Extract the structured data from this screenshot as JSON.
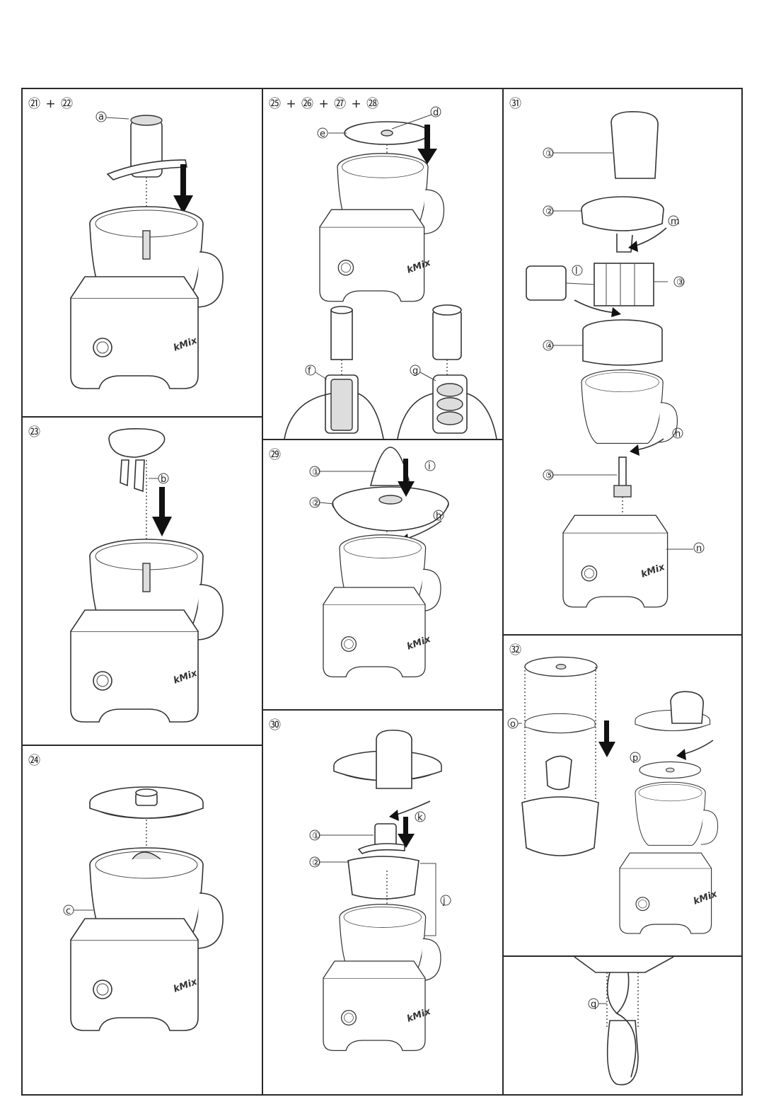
{
  "panels": {
    "p1": {
      "title": "㉑ + ㉒",
      "callouts": {
        "a": "a"
      },
      "brand": "kMix"
    },
    "p2": {
      "title": "㉓",
      "callouts": {
        "b": "b"
      },
      "brand": "kMix"
    },
    "p3": {
      "title": "㉔",
      "callouts": {
        "c": "c"
      },
      "brand": "kMix"
    },
    "p4": {
      "title": "㉕ + ㉖ + ㉗ + ㉘",
      "callouts": {
        "d": "d",
        "e": "e",
        "f": "f",
        "g": "g"
      },
      "brand": "kMix"
    },
    "p5": {
      "title": "㉙",
      "callouts": {
        "n1": "①",
        "n2": "②",
        "i": "i",
        "h": "h"
      },
      "brand": "kMix"
    },
    "p6": {
      "title": "㉚",
      "callouts": {
        "n1": "①",
        "n2": "②",
        "k": "k",
        "j": "j"
      },
      "brand": "kMix"
    },
    "p7": {
      "title": "㉛",
      "callouts": {
        "n1": "①",
        "n2": "②",
        "n3": "③",
        "n4": "④",
        "n5": "⑤",
        "m": "m",
        "l": "l",
        "h": "h",
        "n": "n"
      },
      "brand": "kMix"
    },
    "p8": {
      "title": "㉜",
      "callouts": {
        "o": "o",
        "p": "p"
      },
      "brand": "kMix"
    },
    "p9": {
      "title": "",
      "callouts": {
        "q": "q"
      }
    }
  }
}
